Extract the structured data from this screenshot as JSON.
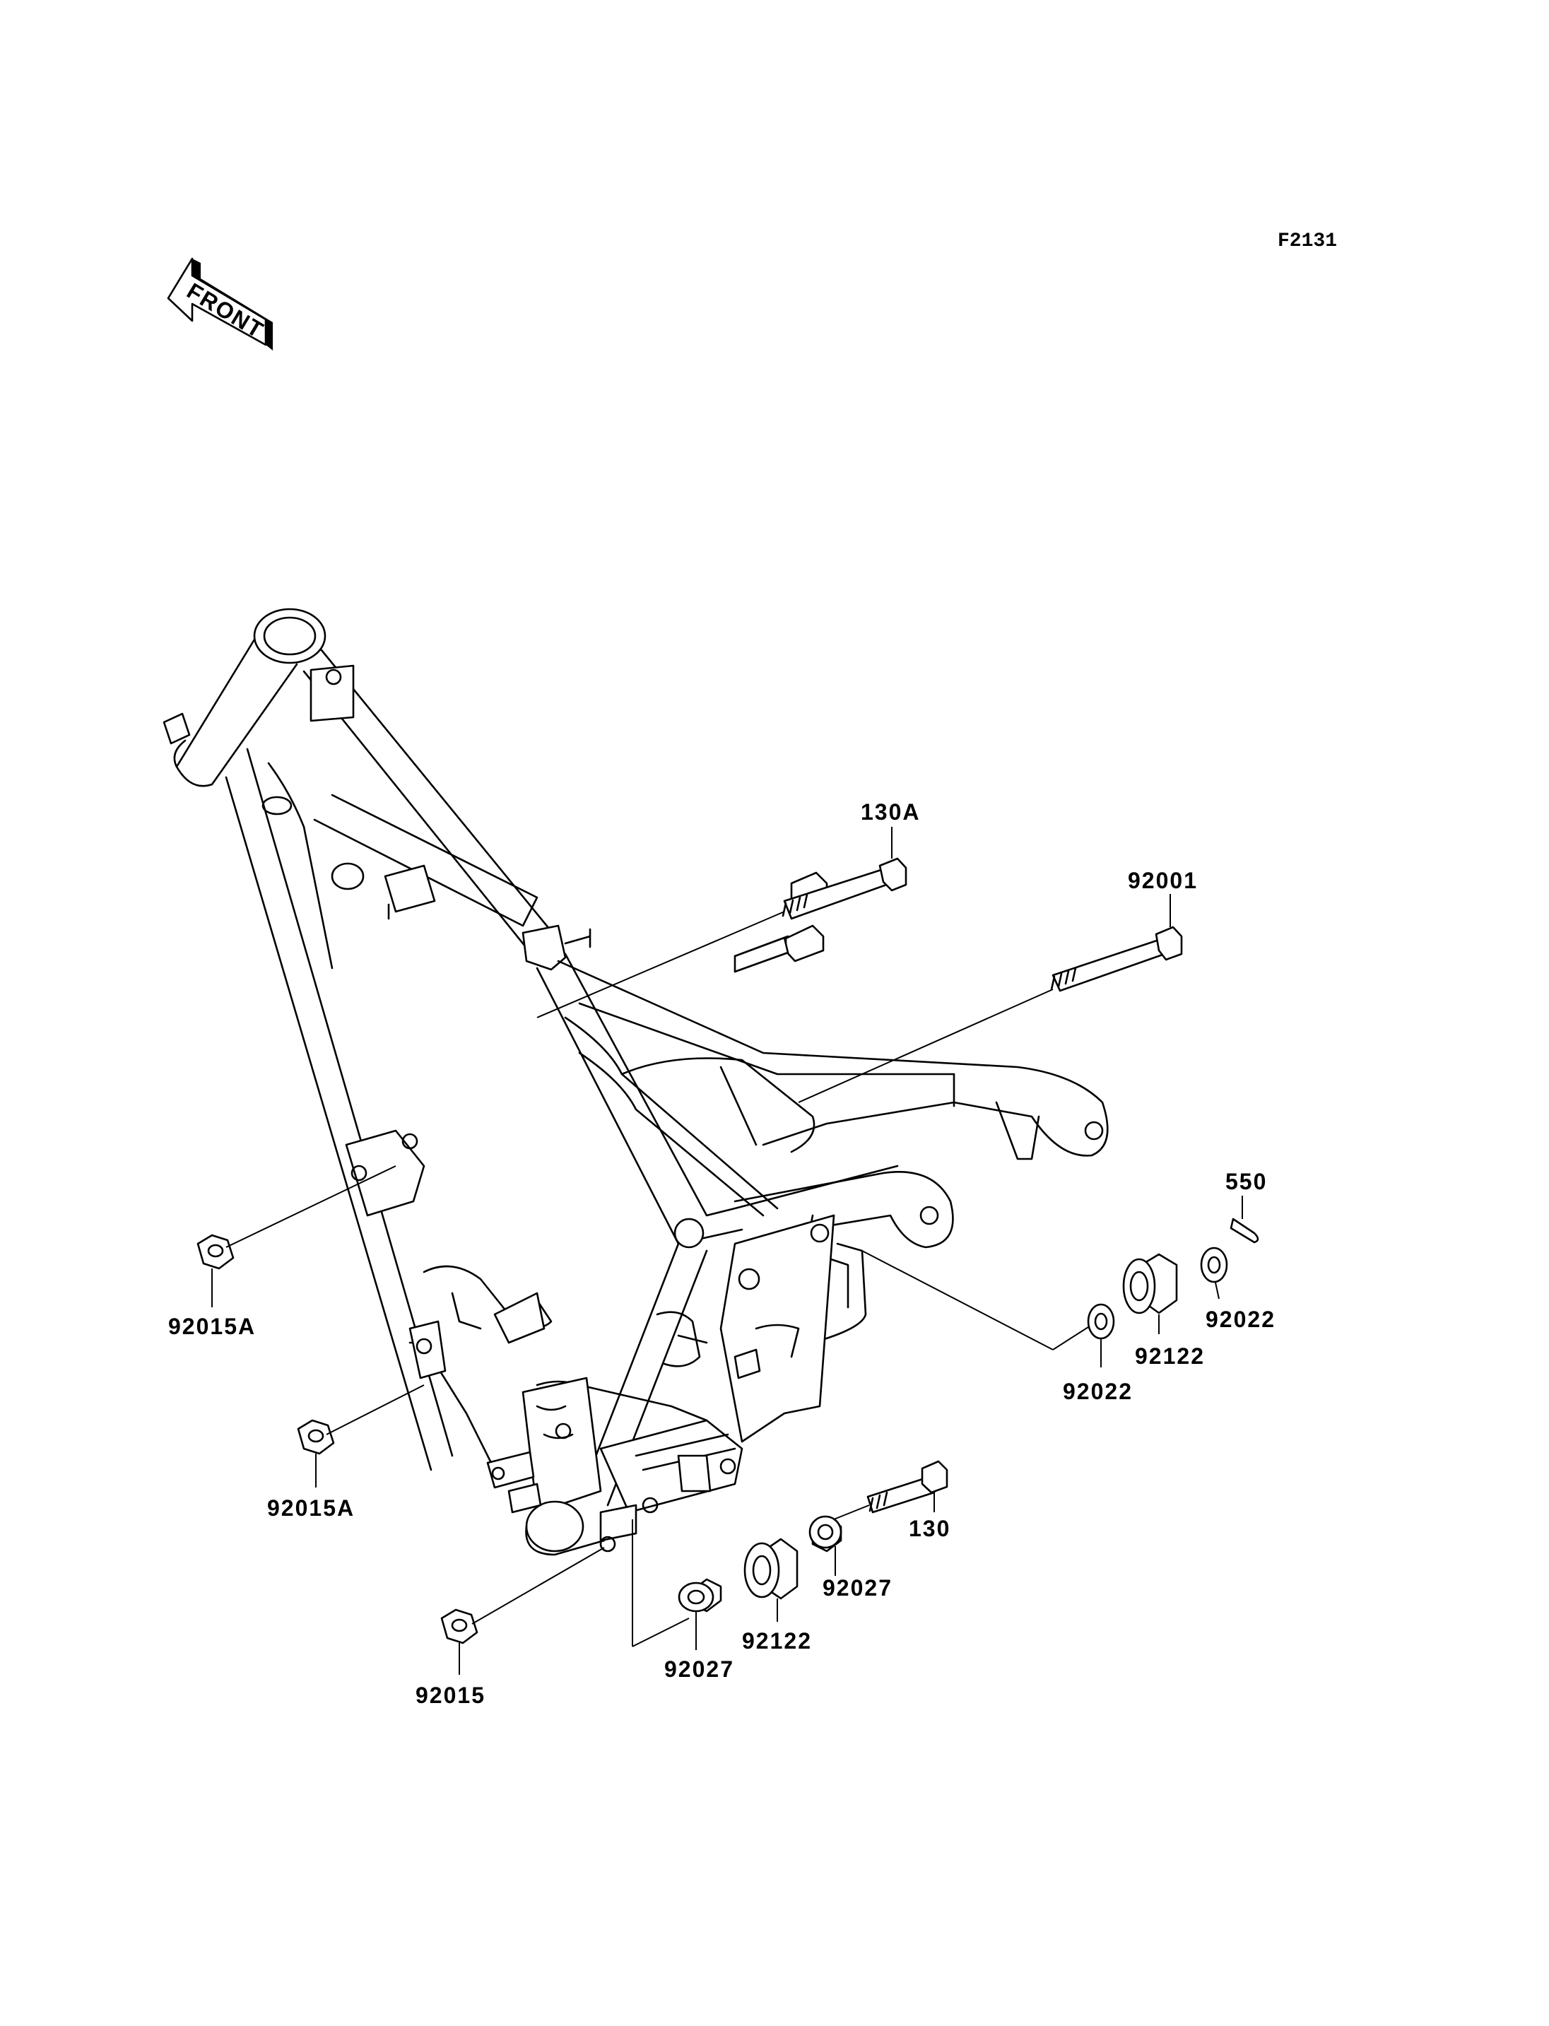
{
  "figure_code": "F2131",
  "front_label": "FRONT",
  "callouts": {
    "bolt_130a": "130A",
    "bolt_92001": "92001",
    "cotter_pin_550": "550",
    "nut_92015a_upper": "92015A",
    "nut_92015a_lower": "92015A",
    "nut_92015": "92015",
    "washer_92022_right": "92022",
    "washer_92022_left": "92022",
    "bushing_92122_upper": "92122",
    "bushing_92122_lower": "92122",
    "bolt_130": "130",
    "collar_92027_right": "92027",
    "collar_92027_left": "92027"
  }
}
